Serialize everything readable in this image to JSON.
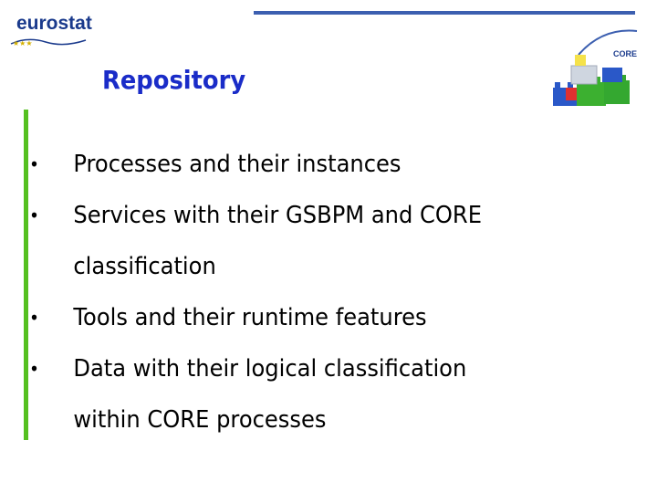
{
  "header": {
    "logo_text": "eurostat",
    "core_label": "CORE"
  },
  "slide": {
    "title": "Repository",
    "bullets": [
      {
        "line1": "Processes and their instances",
        "line2": ""
      },
      {
        "line1": "Services with their GSBPM and CORE",
        "line2": "classification"
      },
      {
        "line1": "Tools and their runtime features",
        "line2": ""
      },
      {
        "line1": "Data with their logical classification",
        "line2": "within CORE processes"
      }
    ]
  },
  "colors": {
    "title": "#1a2cc8",
    "accent_bar": "#55c020",
    "rule": "#3c5fb0"
  }
}
